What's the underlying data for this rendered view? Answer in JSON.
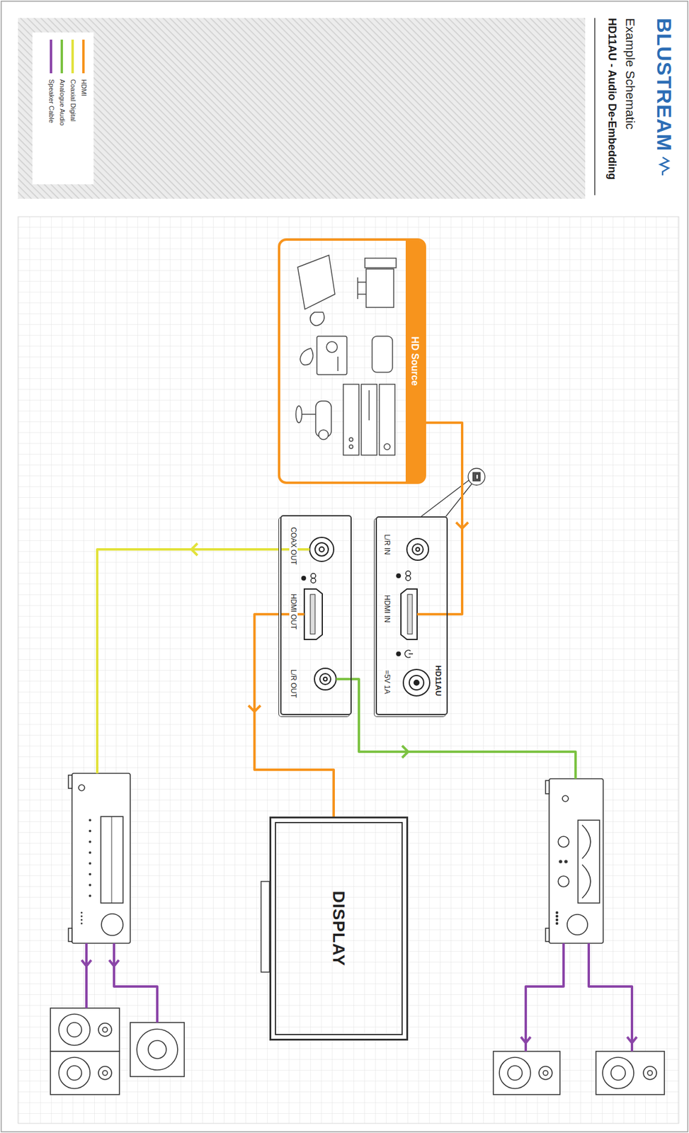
{
  "diagram": {
    "title": "HD11AU - Audio De-Embedding",
    "nodes": [
      {
        "text": [
          "HD Source"
        ]
      },
      {
        "text": [
          "HD11AU",
          "L/R IN",
          "HDMI IN",
          "=5V 1A"
        ]
      },
      {
        "text": [
          "COAX OUT",
          "HDMI OUT",
          "L/R OUT"
        ]
      },
      {
        "text": [
          "DISPLAY"
        ]
      }
    ],
    "edges": [
      {
        "from": 0,
        "to": 1,
        "arrow": "to"
      },
      {
        "from": 2,
        "to": 3,
        "arrow": "to"
      }
    ],
    "labels": [
      "BLUSTREAM",
      "Example Schematic"
    ],
    "legend": [
      {
        "text": "HDMI",
        "color": "#f7941d"
      },
      {
        "text": "Coaxial Digital",
        "color": "#e2e23b"
      },
      {
        "text": "Analogue Audio",
        "color": "#7cc242"
      },
      {
        "text": "Speaker Cable",
        "color": "#8b45a8"
      }
    ]
  }
}
